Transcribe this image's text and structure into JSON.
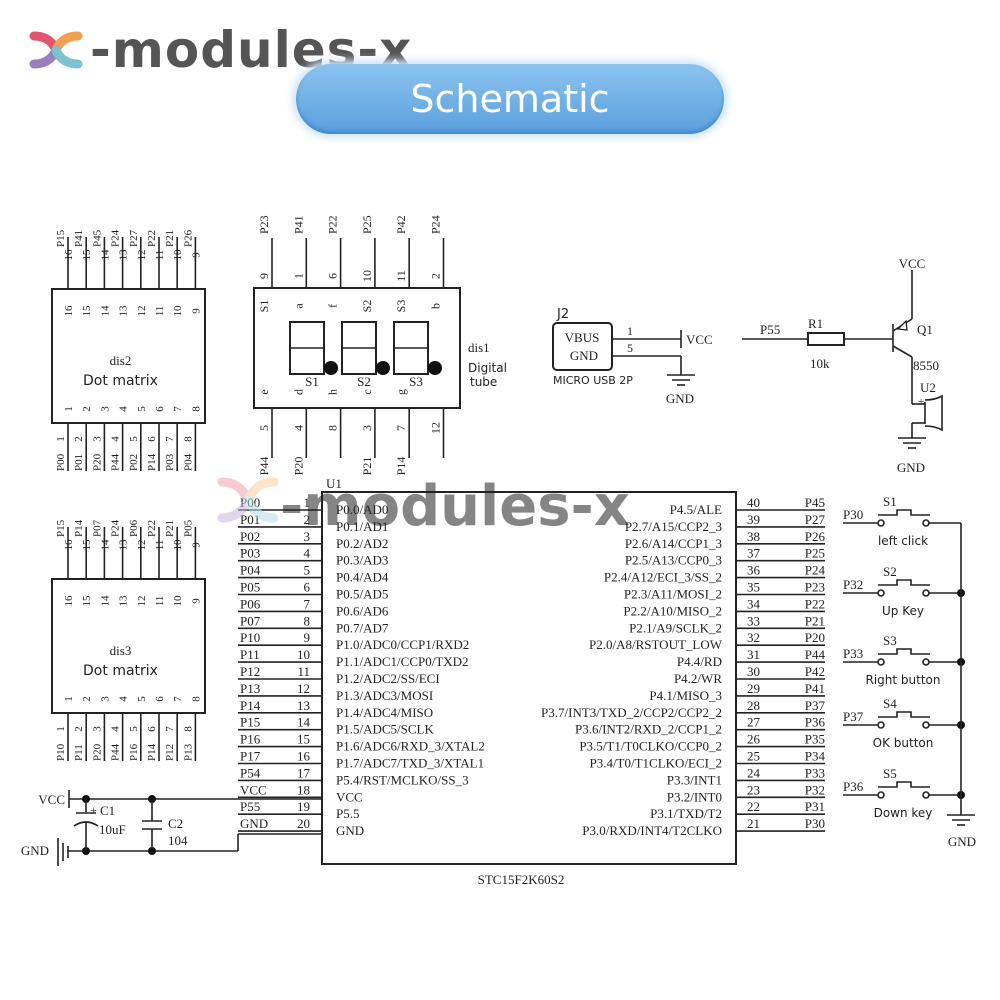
{
  "header": {
    "brand": "-modules-x",
    "title": "Schematic",
    "colors": {
      "pill": "#5aa0de",
      "brand_text": "#555555",
      "logo": [
        "#e0566e",
        "#f0a050",
        "#9a7fb8",
        "#7fc2cf"
      ]
    }
  },
  "watermark": "-modules-x",
  "dis2": {
    "ref": "dis2",
    "label": "Dot matrix",
    "top_pins": [
      "16",
      "15",
      "14",
      "13",
      "12",
      "11",
      "10",
      "9"
    ],
    "top_nets": [
      "P15",
      "P41",
      "P45",
      "P24",
      "P27",
      "P22",
      "P21",
      "P26"
    ],
    "bottom_pins": [
      "1",
      "2",
      "3",
      "4",
      "5",
      "6",
      "7",
      "8"
    ],
    "bottom_nets": [
      "P00",
      "P01",
      "P20",
      "P44",
      "P02",
      "P14",
      "P03",
      "P04"
    ]
  },
  "dis3": {
    "ref": "dis3",
    "label": "Dot matrix",
    "top_pins": [
      "16",
      "15",
      "14",
      "13",
      "12",
      "11",
      "10",
      "9"
    ],
    "top_nets": [
      "P15",
      "P14",
      "P07",
      "P24",
      "P06",
      "P22",
      "P21",
      "P05"
    ],
    "bottom_pins": [
      "1",
      "2",
      "3",
      "4",
      "5",
      "6",
      "7",
      "8"
    ],
    "bottom_nets": [
      "P10",
      "P11",
      "P20",
      "P44",
      "P16",
      "P14",
      "P12",
      "P13"
    ]
  },
  "dis1": {
    "ref": "dis1",
    "label": "Digital tube",
    "top_pins": [
      "9",
      "1",
      "6",
      "10",
      "11",
      "2"
    ],
    "top_nets": [
      "P23",
      "P41",
      "P22",
      "P25",
      "P42",
      "P24"
    ],
    "top_inner": [
      "S1",
      "a",
      "f",
      "S2",
      "S3",
      "b"
    ],
    "bottom_pins": [
      "5",
      "4",
      "8",
      "3",
      "7",
      "12"
    ],
    "bottom_nets": [
      "P44",
      "P20",
      "",
      "P21",
      "P14",
      ""
    ],
    "bottom_inner": [
      "e",
      "d",
      "h",
      "c",
      "g",
      ""
    ],
    "digits": [
      "S1",
      "S2",
      "S3"
    ]
  },
  "j2": {
    "ref": "J2",
    "pin1_label": "VBUS",
    "pin2_label": "GND",
    "pin1": "1",
    "pin2": "5",
    "part": "MICRO USB 2P",
    "net_vcc": "VCC",
    "net_gnd": "GND"
  },
  "buzzer": {
    "net_in": "P55",
    "r_ref": "R1",
    "r_value": "10k",
    "q_ref": "Q1",
    "q_part": "8550",
    "u_ref": "U2",
    "plus": "+",
    "vcc": "VCC",
    "gnd": "GND"
  },
  "u1": {
    "ref": "U1",
    "part": "STC15F2K60S2",
    "left_pins": [
      {
        "net": "P00",
        "num": "1",
        "fn": "P0.0/AD0"
      },
      {
        "net": "P01",
        "num": "2",
        "fn": "P0.1/AD1"
      },
      {
        "net": "P02",
        "num": "3",
        "fn": "P0.2/AD2"
      },
      {
        "net": "P03",
        "num": "4",
        "fn": "P0.3/AD3"
      },
      {
        "net": "P04",
        "num": "5",
        "fn": "P0.4/AD4"
      },
      {
        "net": "P05",
        "num": "6",
        "fn": "P0.5/AD5"
      },
      {
        "net": "P06",
        "num": "7",
        "fn": "P0.6/AD6"
      },
      {
        "net": "P07",
        "num": "8",
        "fn": "P0.7/AD7"
      },
      {
        "net": "P10",
        "num": "9",
        "fn": "P1.0/ADC0/CCP1/RXD2"
      },
      {
        "net": "P11",
        "num": "10",
        "fn": "P1.1/ADC1/CCP0/TXD2"
      },
      {
        "net": "P12",
        "num": "11",
        "fn": "P1.2/ADC2/SS/ECI"
      },
      {
        "net": "P13",
        "num": "12",
        "fn": "P1.3/ADC3/MOSI"
      },
      {
        "net": "P14",
        "num": "13",
        "fn": "P1.4/ADC4/MISO"
      },
      {
        "net": "P15",
        "num": "14",
        "fn": "P1.5/ADC5/SCLK"
      },
      {
        "net": "P16",
        "num": "15",
        "fn": "P1.6/ADC6/RXD_3/XTAL2"
      },
      {
        "net": "P17",
        "num": "16",
        "fn": "P1.7/ADC7/TXD_3/XTAL1"
      },
      {
        "net": "P54",
        "num": "17",
        "fn": "P5.4/RST/MCLKO/SS_3"
      },
      {
        "net": "VCC",
        "num": "18",
        "fn": "VCC"
      },
      {
        "net": "P55",
        "num": "19",
        "fn": "P5.5"
      },
      {
        "net": "GND",
        "num": "20",
        "fn": "GND"
      }
    ],
    "right_pins": [
      {
        "net": "P45",
        "num": "40",
        "fn": "P4.5/ALE"
      },
      {
        "net": "P27",
        "num": "39",
        "fn": "P2.7/A15/CCP2_3"
      },
      {
        "net": "P26",
        "num": "38",
        "fn": "P2.6/A14/CCP1_3"
      },
      {
        "net": "P25",
        "num": "37",
        "fn": "P2.5/A13/CCP0_3"
      },
      {
        "net": "P24",
        "num": "36",
        "fn": "P2.4/A12/ECI_3/SS_2"
      },
      {
        "net": "P23",
        "num": "35",
        "fn": "P2.3/A11/MOSI_2"
      },
      {
        "net": "P22",
        "num": "34",
        "fn": "P2.2/A10/MISO_2"
      },
      {
        "net": "P21",
        "num": "33",
        "fn": "P2.1/A9/SCLK_2"
      },
      {
        "net": "P20",
        "num": "32",
        "fn": "P2.0/A8/RSTOUT_LOW"
      },
      {
        "net": "P44",
        "num": "31",
        "fn": "P4.4/RD"
      },
      {
        "net": "P42",
        "num": "30",
        "fn": "P4.2/WR"
      },
      {
        "net": "P41",
        "num": "29",
        "fn": "P4.1/MISO_3"
      },
      {
        "net": "P37",
        "num": "28",
        "fn": "P3.7/INT3/TXD_2/CCP2/CCP2_2"
      },
      {
        "net": "P36",
        "num": "27",
        "fn": "P3.6/INT2/RXD_2/CCP1_2"
      },
      {
        "net": "P35",
        "num": "26",
        "fn": "P3.5/T1/T0CLKO/CCP0_2"
      },
      {
        "net": "P34",
        "num": "25",
        "fn": "P3.4/T0/T1CLKO/ECI_2"
      },
      {
        "net": "P33",
        "num": "24",
        "fn": "P3.3/INT1"
      },
      {
        "net": "P32",
        "num": "23",
        "fn": "P3.2/INT0"
      },
      {
        "net": "P31",
        "num": "22",
        "fn": "P3.1/TXD/T2"
      },
      {
        "net": "P30",
        "num": "21",
        "fn": "P3.0/RXD/INT4/T2CLKO"
      }
    ]
  },
  "power": {
    "vcc": "VCC",
    "gnd": "GND",
    "c1_ref": "C1",
    "c1_value": "10uF",
    "c2_ref": "C2",
    "c2_value": "104",
    "plus": "+"
  },
  "switches": [
    {
      "ref": "S1",
      "net": "P30",
      "label": "left click"
    },
    {
      "ref": "S2",
      "net": "P32",
      "label": "Up Key"
    },
    {
      "ref": "S3",
      "net": "P33",
      "label": "Right button"
    },
    {
      "ref": "S4",
      "net": "P37",
      "label": "OK button"
    },
    {
      "ref": "S5",
      "net": "P36",
      "label": "Down key"
    }
  ],
  "switch_gnd": "GND"
}
